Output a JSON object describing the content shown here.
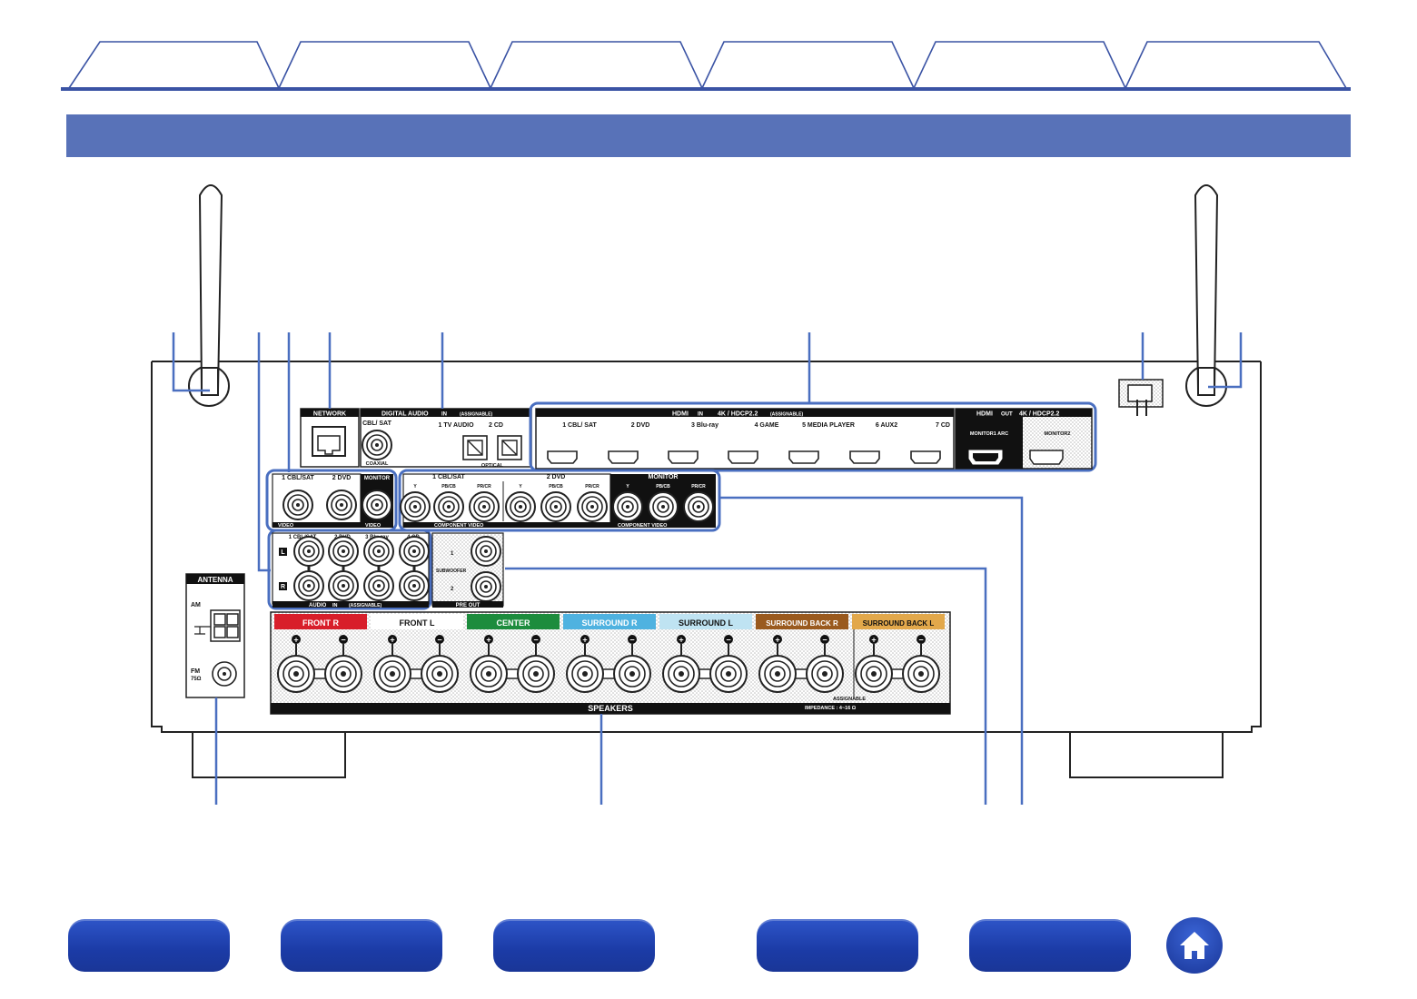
{
  "colors": {
    "accent": "#5872b8",
    "nav_button": "#1f3fae",
    "front_r": "#d81e2a",
    "center": "#1d8c3d",
    "surround_r": "#4fb2e0",
    "surround_l": "#bfe3f2",
    "surround_back_r": "#9a5a1e",
    "surround_back_l": "#e2a84b"
  },
  "panel": {
    "network": "NETWORK",
    "digital_audio": "DIGITAL AUDIO",
    "in_badge": "IN",
    "out_badge": "OUT",
    "assignable": "(ASSIGNABLE)",
    "da_inputs": [
      "CBL/ SAT",
      "1 TV AUDIO",
      "2 CD"
    ],
    "coaxial": "COAXIAL",
    "optical": "OPTICAL",
    "hdmi": "HDMI",
    "hdmi_spec": "4K / HDCP2.2",
    "hdmi_inputs": [
      "1 CBL/ SAT",
      "2 DVD",
      "3 Blu-ray",
      "4 GAME",
      "5 MEDIA PLAYER",
      "6 AUX2",
      "7 CD"
    ],
    "hdmi_monitor1": "MONITOR1 ARC",
    "hdmi_monitor2": "MONITOR2",
    "video_inputs": [
      "1 CBL/SAT",
      "2 DVD"
    ],
    "video": "VIDEO",
    "monitor": "MONITOR",
    "component_groups": [
      "1 CBL/SAT",
      "2 DVD"
    ],
    "component_jacks": [
      "Y",
      "PB/CB",
      "PR/CR"
    ],
    "component_video": "COMPONENT VIDEO",
    "audio_inputs": [
      "1 CBL/SAT",
      "2 DVD",
      "3 Blu-ray",
      "4 CD"
    ],
    "audio": "AUDIO",
    "l_label": "L",
    "r_label": "R",
    "subwoofer": "SUBWOOFER",
    "sub_numbers": [
      "1",
      "2"
    ],
    "pre_out": "PRE OUT",
    "antenna": "ANTENNA",
    "am": "AM",
    "fm": "FM",
    "fm_ohm": "75Ω",
    "speaker_channels": [
      "FRONT",
      "FRONT",
      "CENTER",
      "SURROUND",
      "SURROUND",
      "SURROUND BACK",
      "SURROUND BACK"
    ],
    "speaker_sides": [
      "R",
      "L",
      "",
      "R",
      "L",
      "R",
      "L"
    ],
    "speakers": "SPEAKERS",
    "assignable_small": "ASSIGNABLE",
    "impedance": "IMPEDANCE : 4~16 Ω"
  },
  "nav": {
    "buttons": 5,
    "home": "home-icon"
  }
}
